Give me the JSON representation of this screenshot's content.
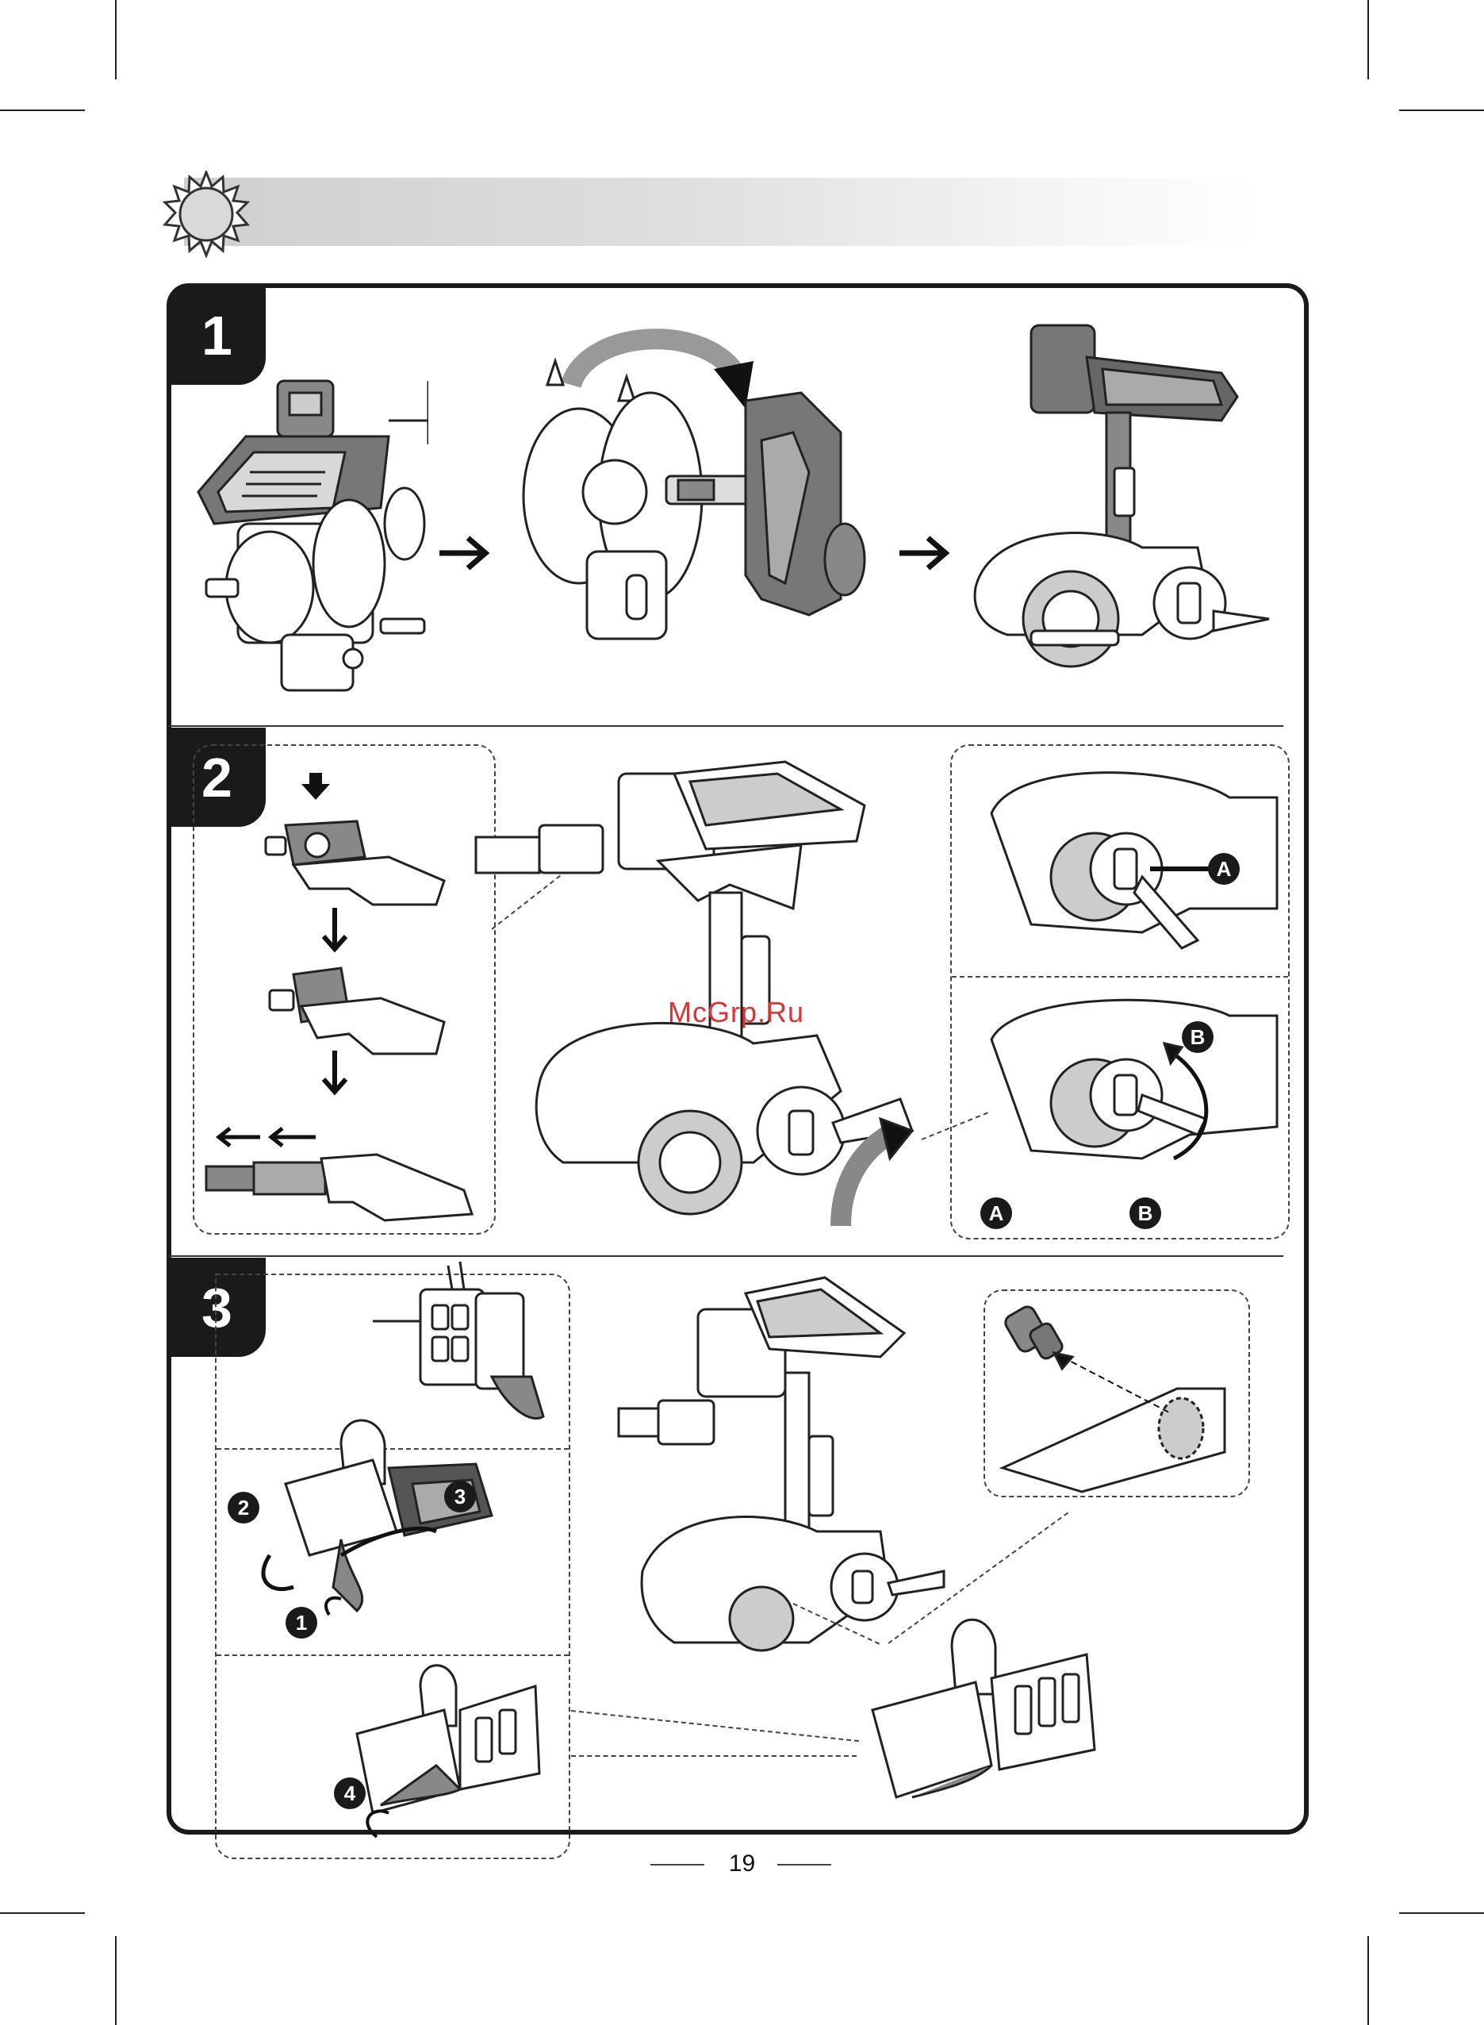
{
  "page": {
    "number": "19",
    "watermark": "McGrp.Ru"
  },
  "steps": [
    {
      "label": "1"
    },
    {
      "label": "2"
    },
    {
      "label": "3"
    }
  ],
  "callouts": {
    "step2": [
      "A",
      "B"
    ],
    "step2_legend": [
      "A",
      "B"
    ],
    "step3": [
      "1",
      "2",
      "3",
      "4"
    ]
  },
  "icons": [
    "sun-icon",
    "arrow-right-icon",
    "arrow-down-icon",
    "arrow-left-icon",
    "curved-arrow-icon"
  ]
}
